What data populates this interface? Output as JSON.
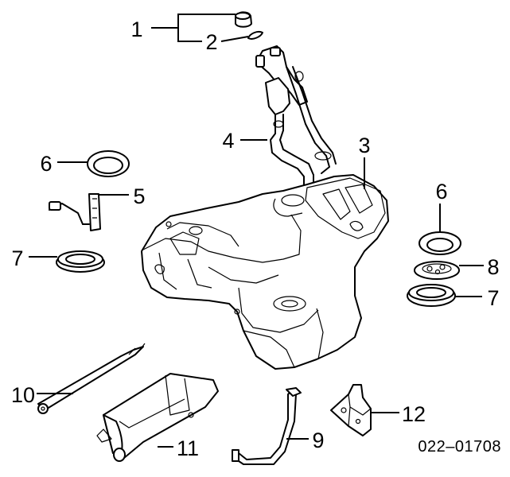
{
  "callouts": [
    "1",
    "2",
    "3",
    "4",
    "5",
    "6",
    "6",
    "7",
    "7",
    "8",
    "9",
    "10",
    "11",
    "12"
  ],
  "diagram_code": "022–01708",
  "colors": {
    "line": "#000000",
    "background": "#ffffff"
  }
}
